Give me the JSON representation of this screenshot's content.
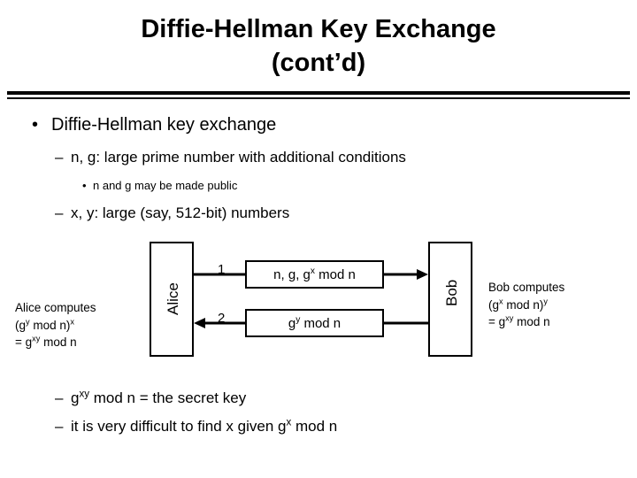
{
  "slide": {
    "title_line1": "Diffie-Hellman Key Exchange",
    "title_line2": "(cont’d)",
    "bullets": {
      "l1_text": "Diffie-Hellman key exchange",
      "l1_mark": "•",
      "l2a_text": "n, g: large prime number with additional conditions",
      "l2a_mark": "–",
      "l3a_text": "n and g may be made public",
      "l3a_mark": "•",
      "l2b_mark": "–",
      "l2b_pre": "x, y: large (say, 512-bit) numbers"
    },
    "footer": {
      "b1_mark": "–",
      "b1_a": "g",
      "b1_sup": "xy",
      "b1_b": " mod n = the secret key",
      "b2_mark": "–",
      "b2_a": "it is very difficult to find x given g",
      "b2_sup": "x",
      "b2_b": " mod n"
    }
  },
  "diagram": {
    "alice_label": "Alice",
    "bob_label": "Bob",
    "msg1_num": "1",
    "msg2_num": "2",
    "msg1": {
      "pre": "n, g, g",
      "sup": "x",
      "post": " mod n"
    },
    "msg2": {
      "pre": "g",
      "sup": "y",
      "post": " mod n"
    },
    "alice_note": {
      "line1": "Alice computes",
      "line2_a": "(g",
      "line2_sup1": "y",
      "line2_b": " mod n)",
      "line2_sup2": "x",
      "line3_a": "= g",
      "line3_sup": "xy",
      "line3_b": " mod n"
    },
    "bob_note": {
      "line1": "Bob computes",
      "line2_a": "(g",
      "line2_sup1": "x",
      "line2_b": " mod n)",
      "line2_sup2": "y",
      "line3_a": "= g",
      "line3_sup": "xy",
      "line3_b": " mod n"
    }
  },
  "colors": {
    "ink": "#000000",
    "background": "#ffffff"
  }
}
